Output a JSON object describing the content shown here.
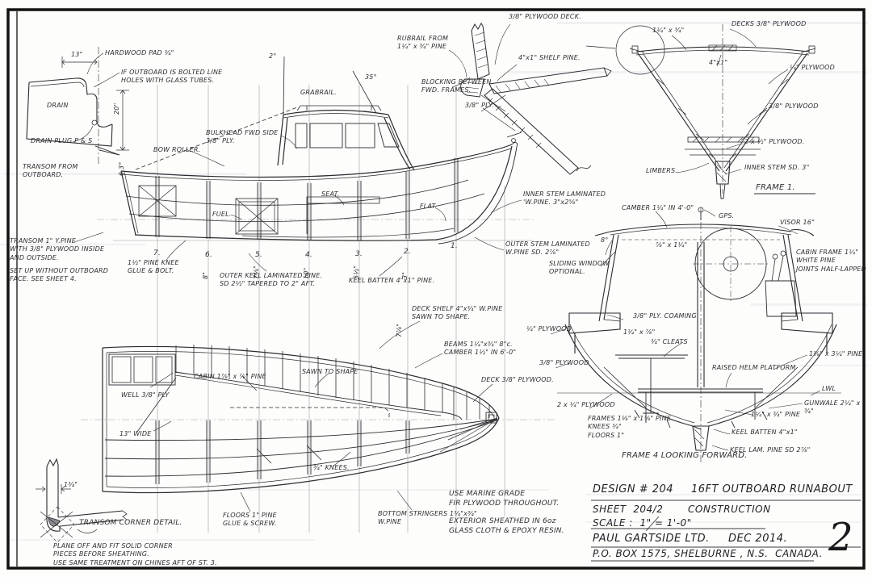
{
  "sheet": {
    "page_number": "2"
  },
  "title_block": {
    "design_label": "DESIGN # 204",
    "design_name": "16FT OUTBOARD RUNABOUT",
    "sheet_label": "SHEET  204/2",
    "sheet_name": "CONSTRUCTION",
    "scale": "SCALE :  1\" = 1'-0\"",
    "company": "PAUL GARTSIDE LTD.",
    "date": "DEC 2014.",
    "address": "P.O. BOX 1575, SHELBURNE , N.S.  CANADA."
  },
  "notes": {
    "plywood": "USE  MARINE  GRADE\nFIR  PLYWOOD  THROUGHOUT.",
    "sheathing": "EXTERIOR  SHEATHED  IN  6oz\nGLASS CLOTH  &  EPOXY  RESIN."
  },
  "transom_detail": {
    "dim_width": "13\"",
    "pad_note": "HARDWOOD PAD ¾\"",
    "bolt_note": "IF OUTBOARD IS BOLTED LINE\nHOLES WITH GLASS TUBES.",
    "drain": "DRAIN",
    "dim_depth": "20\"",
    "drain_plug": "DRAIN PLUG P & S",
    "title": "TRANSOM FROM\nOUTBOARD."
  },
  "profile": {
    "angle_mast": "2°",
    "angle_aerial": "35°",
    "grabrail": "GRABRAIL.",
    "bulkhead": "BULKHEAD FWD SIDE\n3/8\" PLY.",
    "bow_roller": "BOW ROLLER.",
    "angle_sheer": "6.3°",
    "seat": "SEAT.",
    "fuel": "FUEL.",
    "flat": "FLAT.",
    "inner_stem": "INNER STEM LAMINATED\n'W.PINE.  3\"x2⅝\"",
    "outer_stem": "OUTER  STEM  LAMINATED\nW.PINE   SD. 2⅞\"",
    "transom_note": "TRANSOM 1\" Y.PINE\nWITH 3/8\" PLYWOOD INSIDE\nAND OUTSIDE.",
    "setup_note": "SET UP WITHOUT OUTBOARD\nFACE.  SEE SHEET 4.",
    "knee_note": "1½\" PINE KNEE\nGLUE & BOLT.",
    "outer_keel": "OUTER KEEL LAMINATED PINE.\nSD 2½\" TAPERED TO 2\" AFT.",
    "keel_batten": "KEEL BATTEN 4\"x1\" PINE.",
    "stations": [
      "7.",
      "6.",
      "5.",
      "4.",
      "3.",
      "2.",
      "1."
    ],
    "offset_dims": [
      "8\"",
      "7⅞\"",
      "10\"",
      "5½\"",
      "3\""
    ]
  },
  "stem_sketch": {
    "deck": "3/8\" PLYWOOD DECK.",
    "rubrail": "RUBRAIL FROM\n1¼\" x ¾\" PINE",
    "shelf": "4\"x1\" SHELF PINE.",
    "blocking": "BLOCKING BETWEEN\nFWD. FRAMES.",
    "ply": "3/8\" PLY."
  },
  "frame1": {
    "rubrail_dim": "1¼\" x ¾\"",
    "decks": "DECKS 3/8\" PLYWOOD",
    "shelf_dim": "4\"x1\"",
    "side_ply": "¼\" PLYWOOD",
    "bottom_ply": "3/8\" PLYWOOD",
    "sole": "2 x ½\" PLYWOOD.",
    "inner_stem": "INNER STEM SD. 3\"",
    "limbers": "LIMBERS.",
    "title": "FRAME  1."
  },
  "frame4": {
    "camber": "CAMBER 1¼\" IN 4'-0\"",
    "gps": "GPS.",
    "visor": "VISOR 16\"",
    "angle": "8°",
    "roof_beam": "⅞\" x 1¼\"",
    "cabin_frame": "CABIN FRAME 1¼\"\nWHITE PINE\nJOINTS HALF-LAPPED",
    "sliding_window": "SLIDING WINDOW\nOPTIONAL.",
    "coaming": "3/8\" PLY. COAMING",
    "coaming_dim": "1¼\" x ⅞\"",
    "cleats": "¾\" CLEATS",
    "side_ply_quarter": "¼\" PLYWOOD",
    "side_ply_three8": "3/8\" PLYWOOD",
    "carlin": "1⅛\" x 3¼\" PINE",
    "helm": "RAISED HELM PLATFORM",
    "lwl": "LWL",
    "gunwale": "GUNWALE 2¼\" x ¾\"",
    "bottom_ply": "2 x ¼\" PLYWOOD",
    "frames_note": "FRAMES 1⅛\" x 1⅞\" PINE\nKNEES  ¾\"\nFLOORS  1\"",
    "chine": "1¼\" x ¾\" PINE",
    "keel_batten": "KEEL BATTEN 4\"x1\"",
    "keel": "KEEL LAM. PINE SD 2⅞\"",
    "title": "FRAME 4   LOOKING  FORWARD."
  },
  "plan": {
    "deck_shelf": "DECK SHELF 4\"x¾\" W.PINE\nSAWN TO SHAPE.",
    "beams": "BEAMS 1¼\"x¾\" 8\"c.\nCAMBER 1½\" IN 6'-0\"",
    "cabin": "CABIN 1⅞\" x ⅞\" PINE",
    "sawn": "SAWN TO SHAPE",
    "well": "WELL 3/8\" PLY",
    "deck": "DECK 3/8\" PLYWOOD.",
    "wide": "13\" WIDE",
    "knees": "¾\" KNEES.",
    "floors": "FLOORS 1\" PINE\nGLUE &  SCREW.",
    "stringers": "BOTTOM STRINGERS 1¾\"x¾\"\nW.PINE",
    "halfbreadth_dim": "7⅞\""
  },
  "corner_detail": {
    "dim": "1¾\"",
    "title": "TRANSOM CORNER DETAIL.",
    "note": "PLANE OFF AND FIT SOLID CORNER\nPIECES BEFORE SHEATHING.\nUSE SAME TREATMENT ON CHINES AFT OF ST. 3."
  }
}
